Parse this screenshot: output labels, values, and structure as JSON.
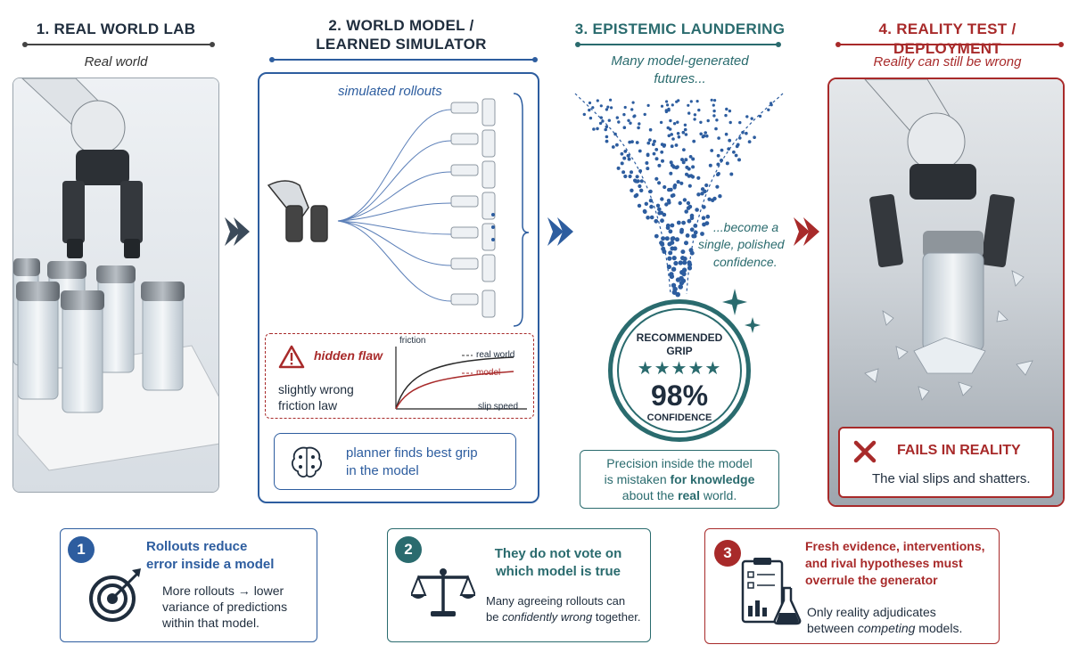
{
  "columns": [
    {
      "title": "1.  REAL WORLD LAB",
      "subtitle": "Real world"
    },
    {
      "title_line1": "2.  WORLD MODEL /",
      "title_line2": "LEARNED SIMULATOR"
    },
    {
      "title": "3.  EPISTEMIC LAUNDERING",
      "subtitle_line1": "Many model-generated",
      "subtitle_line2": "futures..."
    },
    {
      "title": "4.  REALITY TEST / DEPLOYMENT",
      "subtitle": "Reality can still be wrong"
    }
  ],
  "simulator": {
    "rollouts_label": "simulated rollouts",
    "flaw_label": "hidden flaw",
    "flaw_desc_line1": "slightly wrong",
    "flaw_desc_line2": "friction law",
    "graph": {
      "ylabel": "friction",
      "xlabel": "slip speed",
      "legend_real": "real world",
      "legend_model": "model"
    },
    "planner_line1": "planner finds best grip",
    "planner_line2": "in the model"
  },
  "laundering": {
    "become_line1": "...become a",
    "become_line2": "single, polished",
    "become_line3": "confidence.",
    "badge_line1": "RECOMMENDED",
    "badge_line2": "GRIP",
    "stars": "★★★★★",
    "badge_value": "98%",
    "badge_label": "CONFIDENCE",
    "precision_line1": "Precision inside the model",
    "precision_line2a": "is mistaken ",
    "precision_line2b": "for knowledge",
    "precision_line3a": "about the ",
    "precision_line3b": "real",
    "precision_line3c": " world."
  },
  "reality": {
    "fail_title": "FAILS IN REALITY",
    "fail_desc": "The vial slips and shatters."
  },
  "cards": [
    {
      "num": "1",
      "head_line1": "Rollouts reduce",
      "head_line2": "error inside a model",
      "body_line1": "More rollouts → lower",
      "body_line2": "variance of predictions",
      "body_line3": "within that model."
    },
    {
      "num": "2",
      "head_line1": "They do not vote on",
      "head_line2": "which model is true",
      "body_line1": "Many agreeing rollouts can",
      "body_line2a": "be ",
      "body_line2b": "confidently wrong",
      "body_line2c": " together."
    },
    {
      "num": "3",
      "head_line1": "Fresh evidence, interventions,",
      "head_line2": "and rival hypotheses must",
      "head_line3": "overrule the generator",
      "body_line1": "Only reality adjudicates",
      "body_line2a": "between ",
      "body_line2b": "competing",
      "body_line2c": " models."
    }
  ],
  "colors": {
    "navy": "#1f2d3d",
    "blue": "#2d5d9f",
    "teal": "#2a6b6e",
    "red": "#a82a2a"
  }
}
